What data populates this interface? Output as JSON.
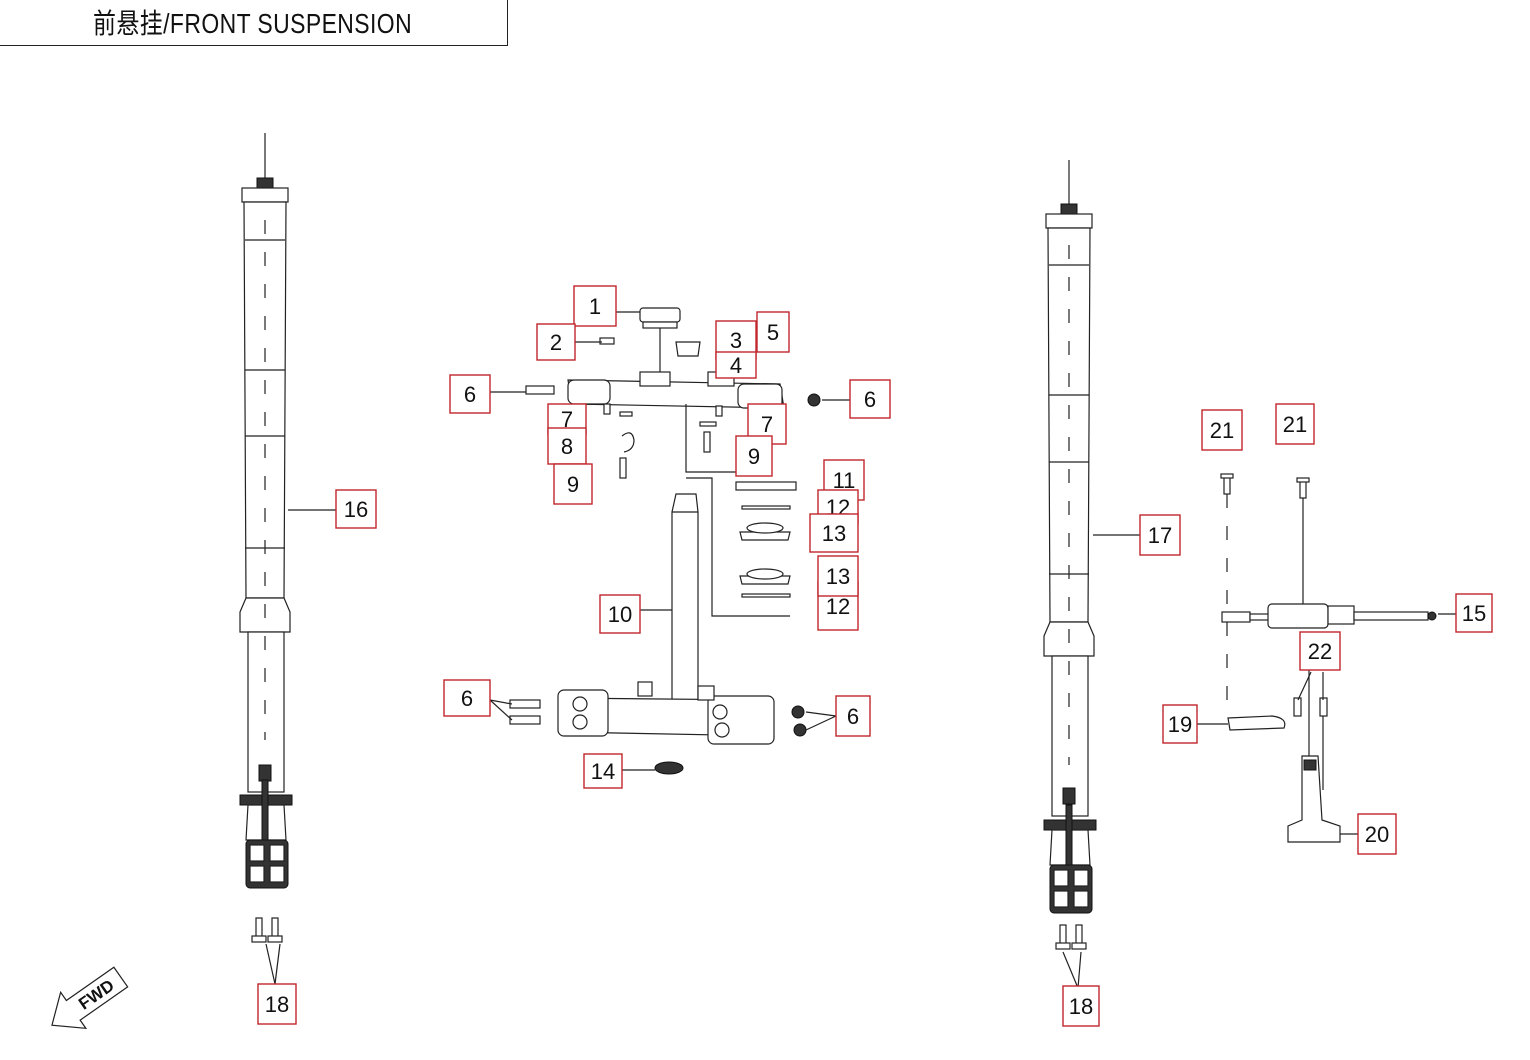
{
  "title": "前悬挂/FRONT SUSPENSION",
  "fwd_label": "FWD",
  "callout_color": "#c0262c",
  "callouts": [
    "1",
    "2",
    "3",
    "4",
    "5",
    "6",
    "6",
    "7",
    "7",
    "8",
    "9",
    "9",
    "10",
    "11",
    "12",
    "12",
    "13",
    "13",
    "6",
    "6",
    "14",
    "16",
    "17",
    "15",
    "18",
    "18",
    "19",
    "20",
    "21",
    "21",
    "22"
  ]
}
